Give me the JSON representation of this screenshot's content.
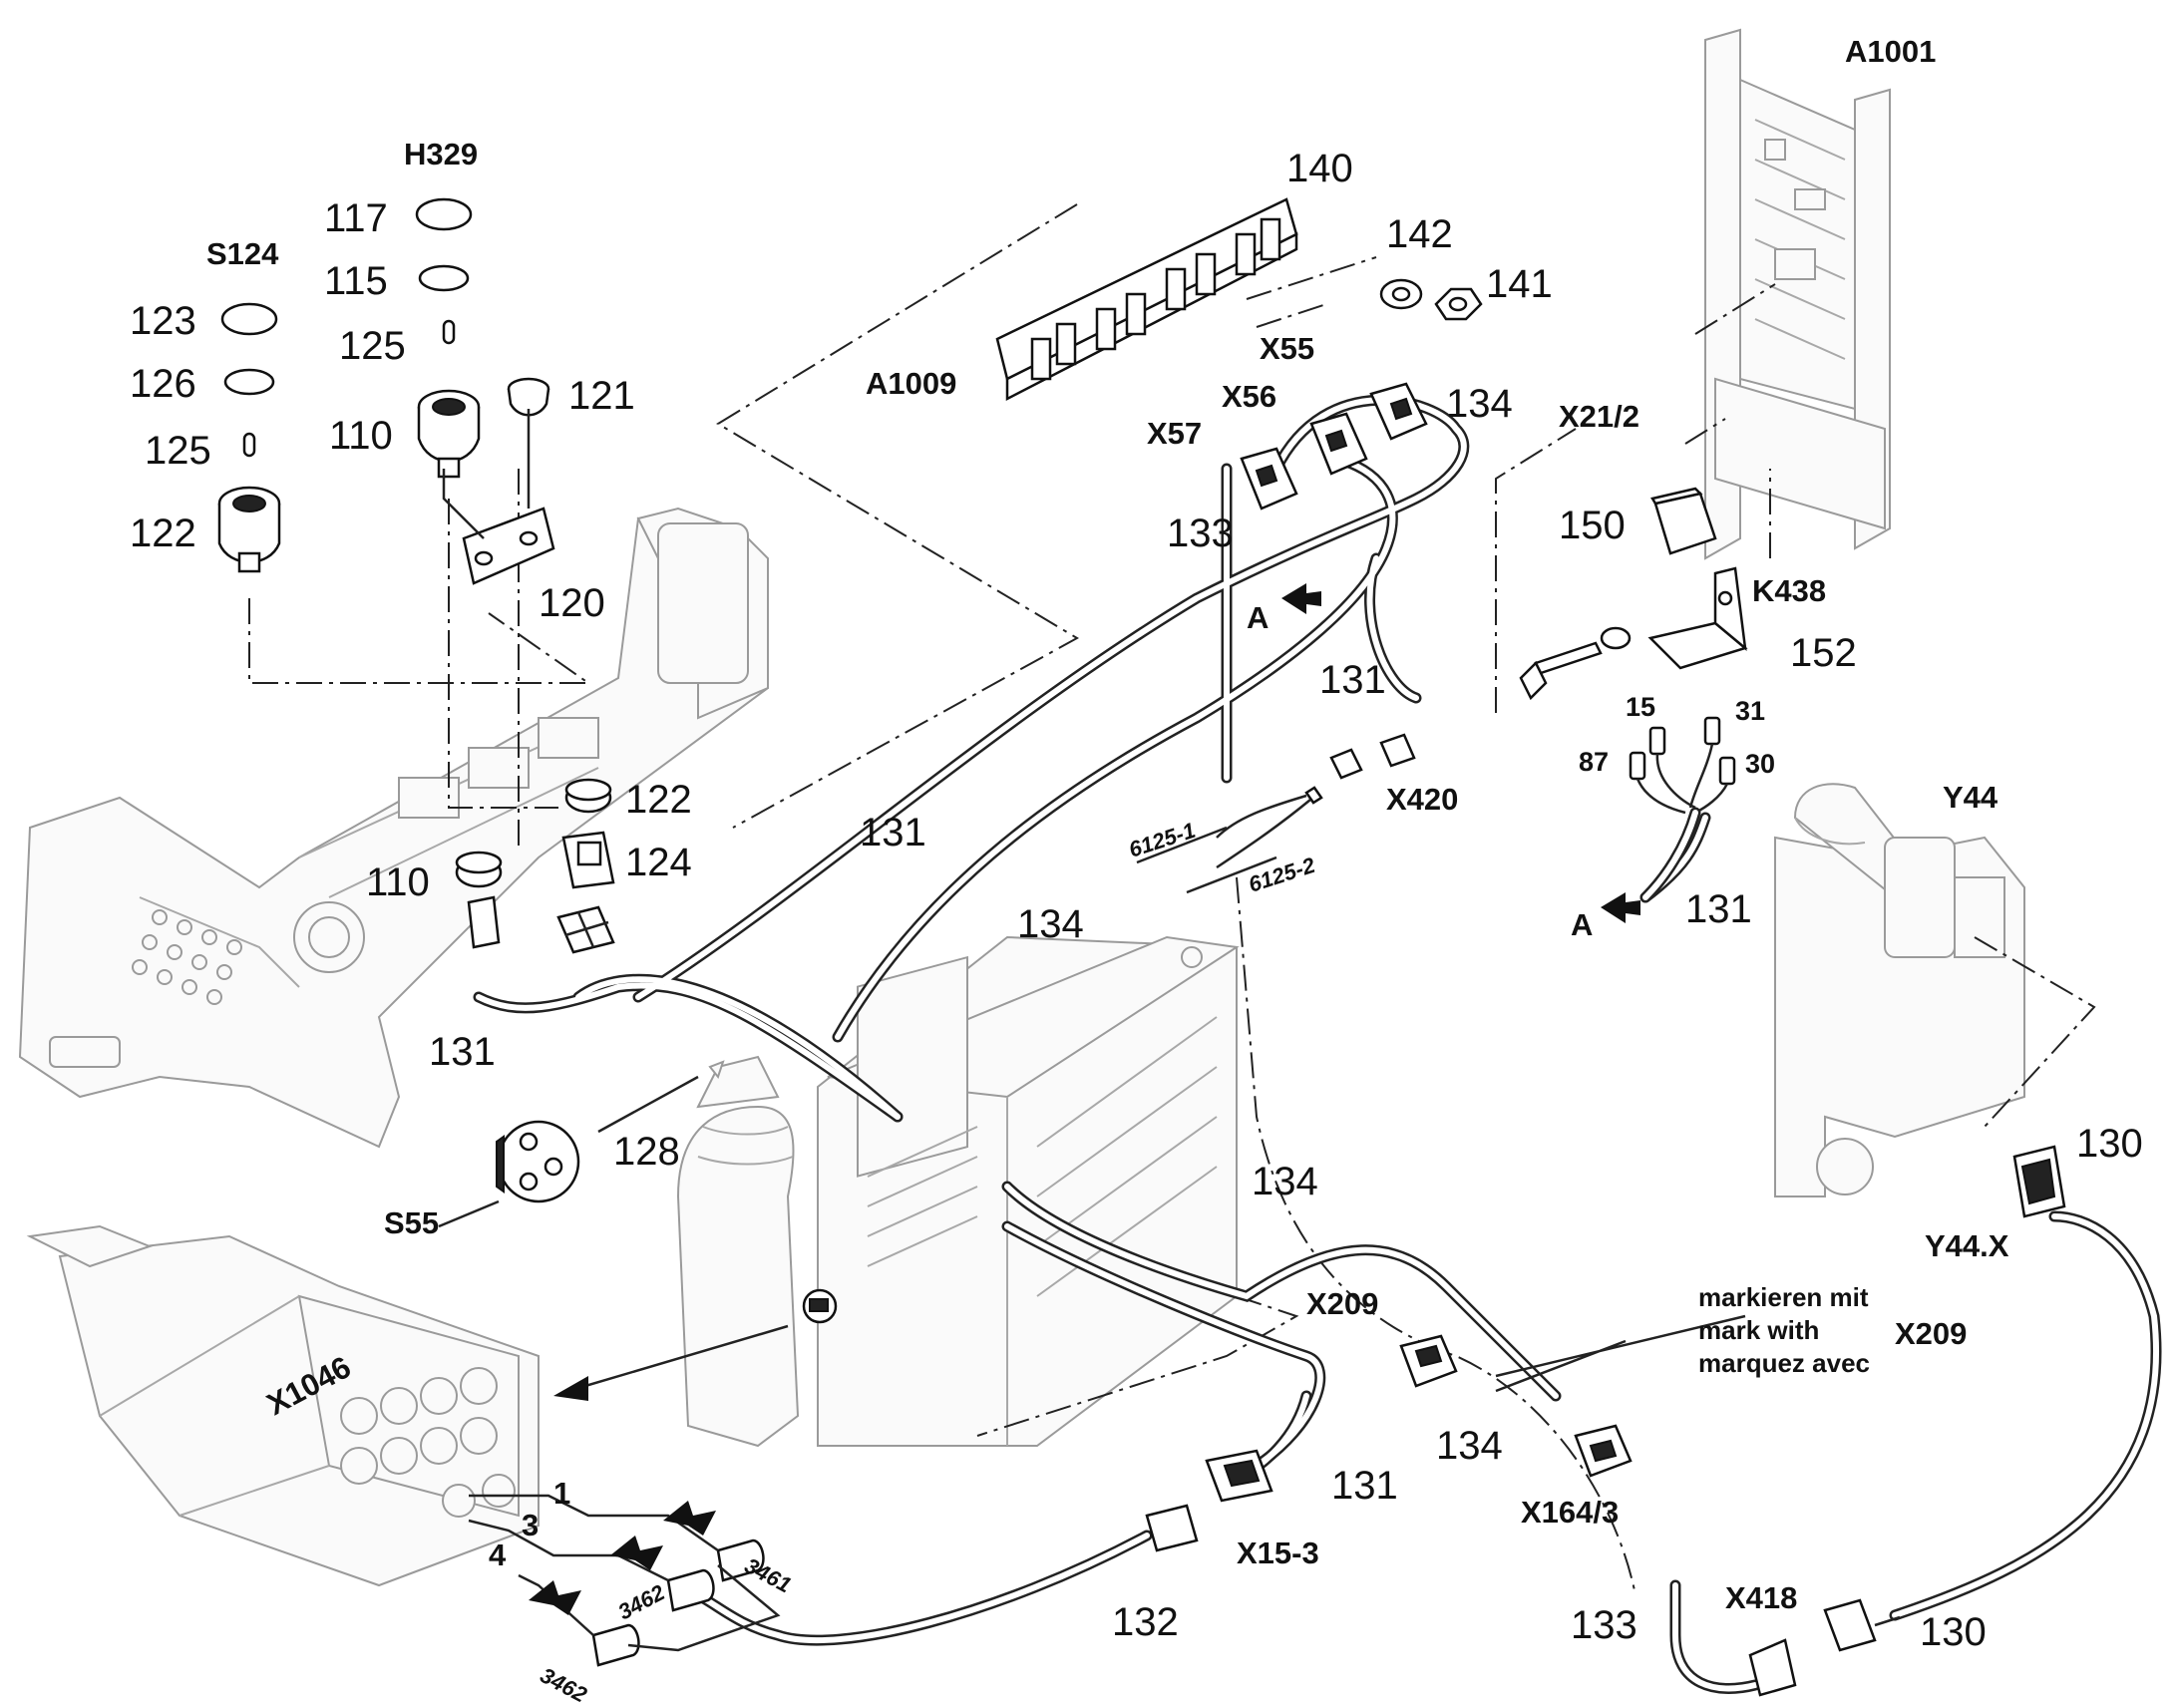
{
  "labels": {
    "h329": "H329",
    "s124": "S124",
    "a1001": "A1001",
    "a1009": "A1009",
    "x55": "X55",
    "x56": "X56",
    "x57": "X57",
    "x21_2": "X21/2",
    "k438": "K438",
    "x420": "X420",
    "y44": "Y44",
    "y44x": "Y44.X",
    "s55": "S55",
    "x1046": "X1046",
    "x209_a": "X209",
    "x209_b": "X209",
    "x164_3": "X164/3",
    "x15_3": "X15-3",
    "x418": "X418",
    "a_top": "A",
    "a_bottom": "A"
  },
  "part_numbers": {
    "p117": "117",
    "p115": "115",
    "p125a": "125",
    "p110a": "110",
    "p121": "121",
    "p123": "123",
    "p126": "126",
    "p125b": "125",
    "p122a": "122",
    "p120": "120",
    "p140": "140",
    "p142": "142",
    "p141": "141",
    "p134a": "134",
    "p133a": "133",
    "p150": "150",
    "p152": "152",
    "p131a": "131",
    "p131b": "131",
    "p131c": "131",
    "p122b": "122",
    "p110b": "110",
    "p124": "124",
    "p131d": "131",
    "p134b": "134",
    "p128": "128",
    "p134c": "134",
    "p130a": "130",
    "p134d": "134",
    "p131e": "131",
    "p132": "132",
    "p133b": "133",
    "p130b": "130"
  },
  "terminals": {
    "t15": "15",
    "t31": "31",
    "t87": "87",
    "t30": "30"
  },
  "wires": {
    "w6125_1": "6125-1",
    "w6125_2": "6125-2",
    "w3461": "3461",
    "w3462a": "3462",
    "w3462b": "3462"
  },
  "pins": {
    "pin1": "1",
    "pin3": "3",
    "pin4": "4"
  },
  "note": {
    "line1": "markieren mit",
    "line2": "mark  with",
    "line3": "marquez avec"
  }
}
